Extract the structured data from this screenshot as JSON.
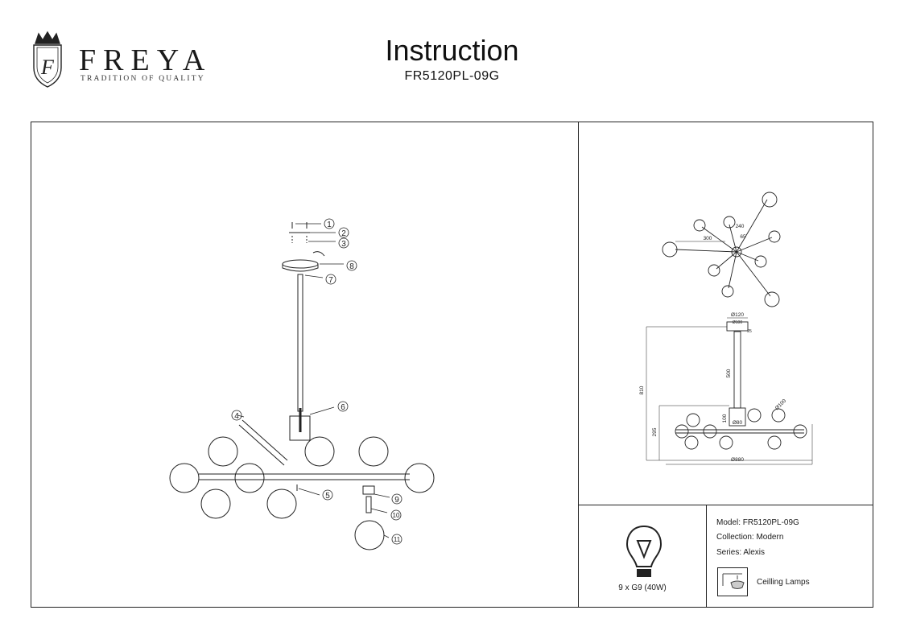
{
  "header": {
    "brand": "FREYA",
    "tagline": "TRADITION OF QUALITY",
    "title": "Instruction",
    "model_code": "FR5120PL-09G"
  },
  "callouts": [
    "1",
    "2",
    "3",
    "4",
    "5",
    "6",
    "7",
    "8",
    "9",
    "10",
    "11"
  ],
  "dimensions": {
    "arm_length": "300",
    "canopy_diameter": "Ø120",
    "canopy_inner": "Ø100",
    "rod_length": "500",
    "total_height": "810",
    "body_height": "295",
    "hub_height": "100",
    "hub_diameter": "Ø80",
    "globe_diameter": "Ø100",
    "total_width": "Ø880",
    "canopy_height": "25",
    "top_arm": "240",
    "top_arm2": "65"
  },
  "specs": {
    "bulbs": "9 x G9 (40W)",
    "model": "Model: FR5120PL-09G",
    "collection": "Collection: Modern",
    "series": "Series: Alexis",
    "type": "Ceilling Lamps"
  }
}
